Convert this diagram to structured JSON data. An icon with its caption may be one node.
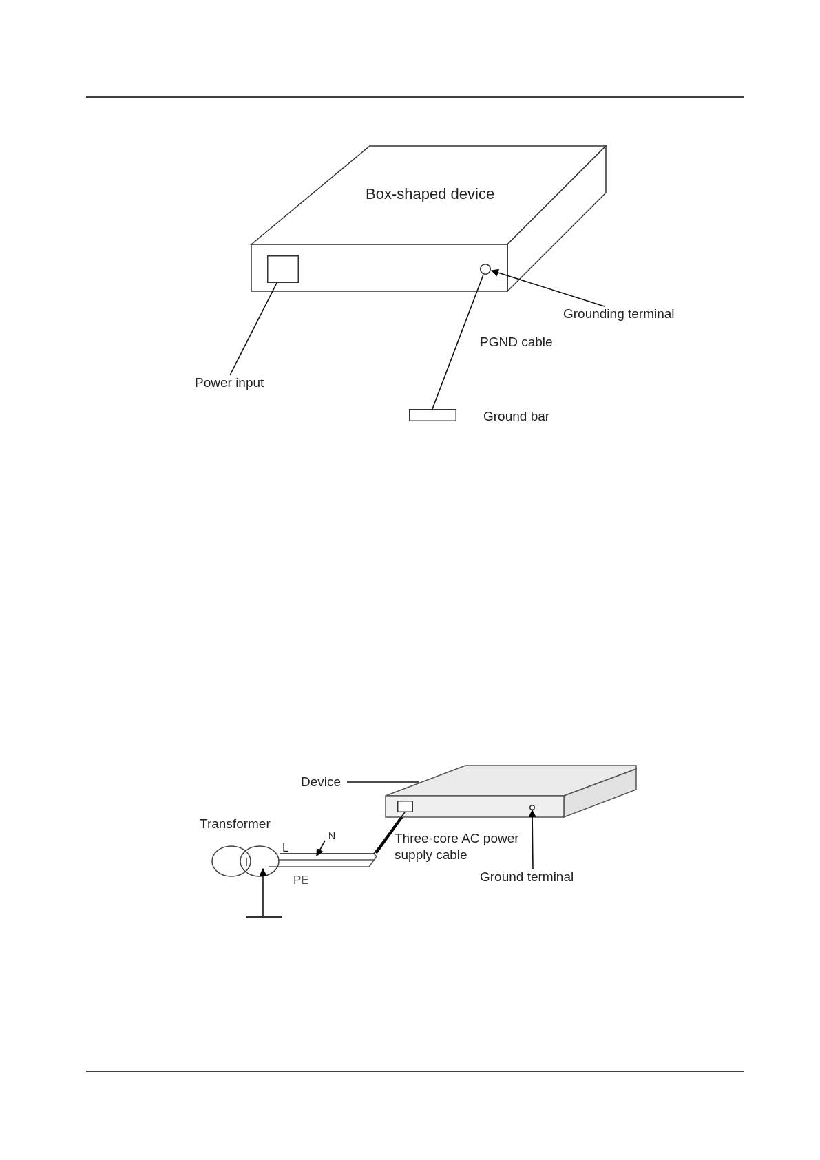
{
  "diagram": {
    "nodes": [
      {
        "text": [
          "Box-shaped device"
        ]
      },
      {
        "text": [
          "Power input"
        ]
      },
      {
        "text": [],
        "shape": "box"
      },
      {
        "text": [
          "Grounding terminal"
        ]
      },
      {
        "text": [],
        "shape": "circle"
      },
      {
        "text": [],
        "shape": "bar",
        "beside": [
          "Ground bar"
        ]
      },
      {
        "text": [
          "Device"
        ]
      },
      {
        "text": [],
        "shape": "box"
      },
      {
        "text": [],
        "shape": "box"
      },
      {
        "text": [],
        "shape": "circle"
      },
      {
        "text": [
          "Ground terminal"
        ]
      },
      {
        "text": [],
        "shape": "circle",
        "beside": [
          "Transformer"
        ]
      },
      {
        "text": [],
        "shape": "bar"
      },
      {
        "text": [
          "N"
        ]
      }
    ],
    "edges": [
      {
        "from": 1,
        "to": 2,
        "arrow": "none"
      },
      {
        "from": 3,
        "to": 4,
        "arrow": "to"
      },
      {
        "from": 4,
        "to": 5,
        "arrow": "none"
      },
      {
        "from": 6,
        "to": 7,
        "arrow": "none"
      },
      {
        "from": 10,
        "to": 9,
        "arrow": "to"
      },
      {
        "from": 11,
        "to": 8,
        "arrow": "none"
      },
      {
        "from": 12,
        "to": 11,
        "arrow": "to"
      },
      {
        "from": 13,
        "to": null,
        "arrow": "to"
      }
    ],
    "labels": [
      "PGND cable",
      "L",
      "Three-core AC power supply cable",
      "PE"
    ]
  }
}
